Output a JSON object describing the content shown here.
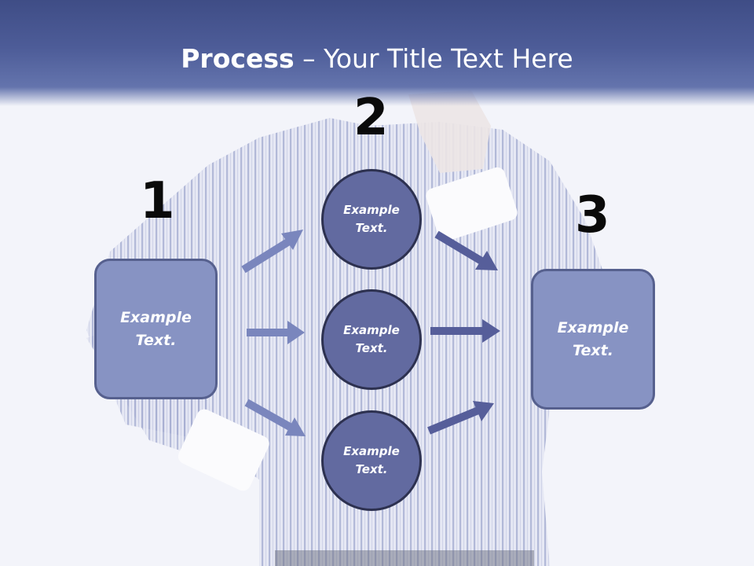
{
  "header": {
    "title_bold": "Process",
    "title_rest": " – Your Title Text Here"
  },
  "steps": {
    "one": "1",
    "two": "2",
    "three": "3"
  },
  "left_box": {
    "text_line1": "Example",
    "text_line2": "Text."
  },
  "circles": [
    {
      "text_line1": "Example",
      "text_line2": "Text."
    },
    {
      "text_line1": "Example",
      "text_line2": "Text."
    },
    {
      "text_line1": "Example",
      "text_line2": "Text."
    }
  ],
  "right_box": {
    "text_line1": "Example",
    "text_line2": "Text."
  },
  "colors": {
    "header": "#4d5c98",
    "box_fill": "#8793c3",
    "circle_fill": "#626aa0",
    "arrow_left": "#7a86bd",
    "arrow_right": "#565e9a"
  }
}
